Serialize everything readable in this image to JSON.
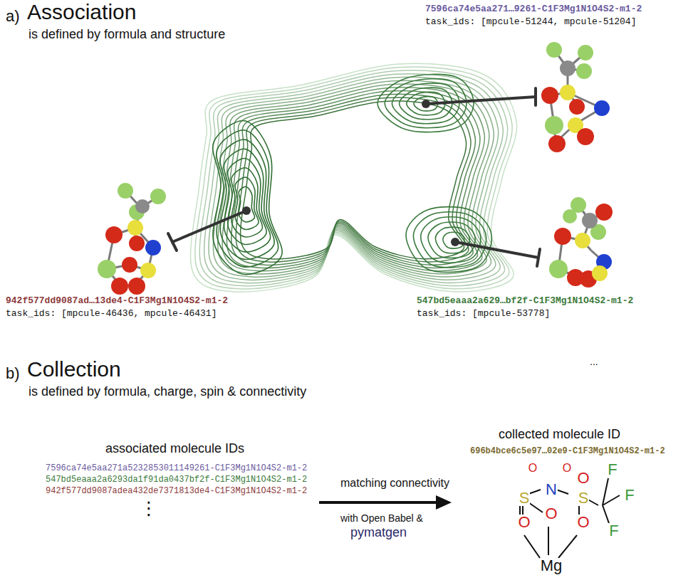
{
  "diagram": {
    "labels": [
      "a)",
      "Association",
      "is defined by formula and structure",
      "7596ca74e5aa271…9261-C1F3Mg1N1O4S2-m1-2",
      "task_ids: [mpcule-51244, mpcule-51204]",
      "942f577dd9087ad…13de4-C1F3Mg1N1O4S2-m1-2",
      "task_ids: [mpcule-46436, mpcule-46431]",
      "547bd5eaaa2a629…bf2f-C1F3Mg1N1O4S2-m1-2",
      "task_ids: [mpcule-53778]",
      "b)",
      "Collection",
      "is defined by formula, charge, spin & connectivity",
      "...",
      "associated molecule IDs",
      "7596ca74e5aa271a5232853011149261-C1F3Mg1N1O4S2-m1-2",
      "547bd5eaaa2a6293da1f91da0437bf2f-C1F3Mg1N1O4S2-m1-2",
      "942f577dd9087adea432de7371813de4-C1F3Mg1N1O4S2-m1-2",
      "⋮",
      "matching connectivity",
      "with Open Babel &",
      "pymatgen",
      "collected molecule ID",
      "696b4bce6c5e97…02e9-C1F3Mg1N1O4S2-m1-2",
      "S",
      "N",
      "S",
      "O",
      "O",
      "O",
      "O",
      "O",
      "O",
      "F",
      "F",
      "F",
      "Mg"
    ]
  }
}
